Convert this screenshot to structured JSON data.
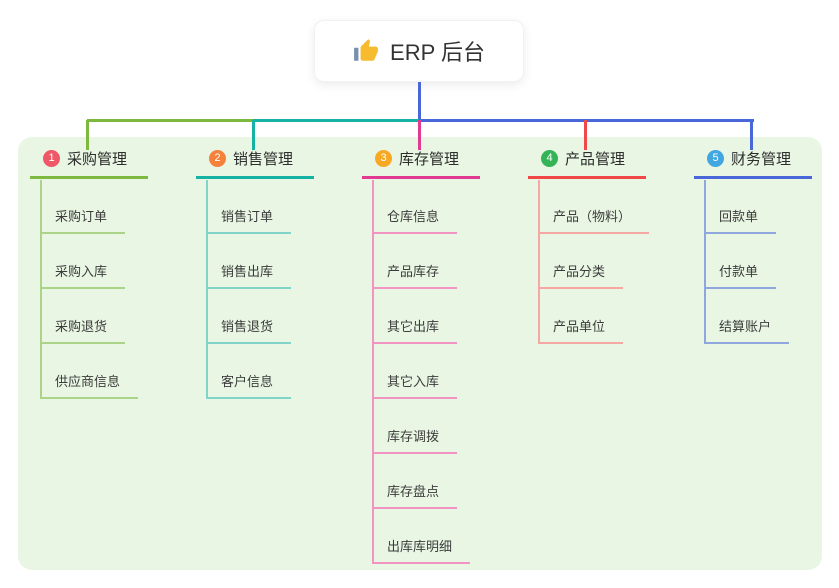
{
  "root": {
    "label": "ERP 后台",
    "icon": "thumbs-up"
  },
  "colors": {
    "panel_background": "#e8f6e3",
    "root_stem": "#4a67d9",
    "root_card_background": "#ffffff",
    "heading_text": "#2d2d2d",
    "child_text": "#3c3c3c",
    "thumb_gold": "#f6bb2e",
    "thumb_cuff": "#7790ab"
  },
  "branches": [
    {
      "number": "1",
      "label": "采购管理",
      "badge_color": "#ef5866",
      "line_color": "#7cb93e",
      "child_line_color": "#abd488",
      "children": [
        "采购订单",
        "采购入库",
        "采购退货",
        "供应商信息"
      ]
    },
    {
      "number": "2",
      "label": "销售管理",
      "badge_color": "#f5813b",
      "line_color": "#16b3a4",
      "child_line_color": "#81d4c8",
      "children": [
        "销售订单",
        "销售出库",
        "销售退货",
        "客户信息"
      ]
    },
    {
      "number": "3",
      "label": "库存管理",
      "badge_color": "#f7a924",
      "line_color": "#e03a92",
      "child_line_color": "#f294c2",
      "children": [
        "仓库信息",
        "产品库存",
        "其它出库",
        "其它入库",
        "库存调拨",
        "库存盘点",
        "出库库明细"
      ]
    },
    {
      "number": "4",
      "label": "产品管理",
      "badge_color": "#35b457",
      "line_color": "#f04848",
      "child_line_color": "#f6a7a3",
      "children": [
        "产品（物料）",
        "产品分类",
        "产品单位"
      ]
    },
    {
      "number": "5",
      "label": "财务管理",
      "badge_color": "#42a7e0",
      "line_color": "#4a67d9",
      "child_line_color": "#90a7de",
      "children": [
        "回款单",
        "付款单",
        "结算账户"
      ]
    }
  ]
}
